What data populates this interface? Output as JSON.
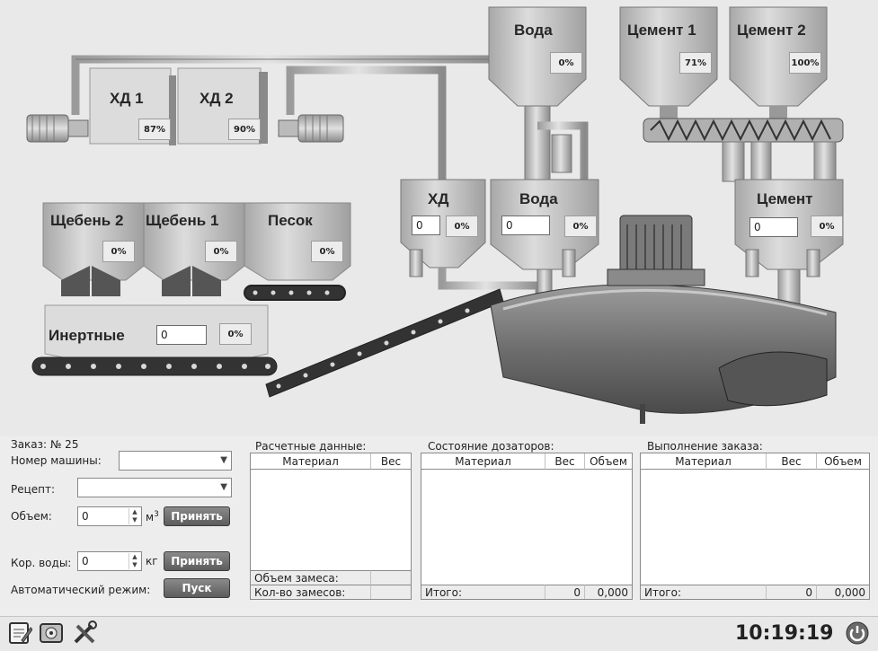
{
  "scada": {
    "hd1": {
      "label": "ХД 1",
      "pct": "87%"
    },
    "hd2": {
      "label": "ХД 2",
      "pct": "90%"
    },
    "voda_top": {
      "label": "Вода",
      "pct": "0%"
    },
    "cement1": {
      "label": "Цемент 1",
      "pct": "71%"
    },
    "cement2": {
      "label": "Цемент 2",
      "pct": "100%"
    },
    "shheben2": {
      "label": "Щебень 2",
      "pct": "0%"
    },
    "shheben1": {
      "label": "Щебень 1",
      "pct": "0%"
    },
    "pesok": {
      "label": "Песок",
      "pct": "0%"
    },
    "hd_dos": {
      "label": "ХД",
      "value": "0",
      "pct": "0%"
    },
    "voda_dos": {
      "label": "Вода",
      "value": "0",
      "pct": "0%"
    },
    "cement_dos": {
      "label": "Цемент",
      "value": "0",
      "pct": "0%"
    },
    "inertnye": {
      "label": "Инертные",
      "value": "0",
      "pct": "0%"
    }
  },
  "order": {
    "title": "Заказ: № 25",
    "truck_label": "Номер машины:",
    "recipe_label": "Рецепт:",
    "volume_label": "Объем:",
    "volume_value": "0",
    "volume_unit": "м",
    "volume_unit_sup": "3",
    "accept_label": "Принять",
    "water_label": "Кор. воды:",
    "water_value": "0",
    "water_unit": "кг",
    "auto_label": "Автоматический режим:",
    "start_label": "Пуск"
  },
  "calc": {
    "title": "Расчетные данные:",
    "col_material": "Материал",
    "col_weight": "Вес",
    "batch_volume_label": "Объем замеса:",
    "batch_count_label": "Кол-во замесов:"
  },
  "dosers": {
    "title": "Состояние дозаторов:",
    "col_material": "Материал",
    "col_weight": "Вес",
    "col_volume": "Объем",
    "total_label": "Итого:",
    "total_weight": "0",
    "total_volume": "0,000"
  },
  "execution": {
    "title": "Выполнение заказа:",
    "col_material": "Материал",
    "col_weight": "Вес",
    "col_volume": "Объем",
    "total_label": "Итого:",
    "total_weight": "0",
    "total_volume": "0,000"
  },
  "bottom": {
    "clock": "10:19:19",
    "icons": [
      "notepad-icon",
      "disk-icon",
      "tools-icon",
      "power-icon"
    ]
  }
}
